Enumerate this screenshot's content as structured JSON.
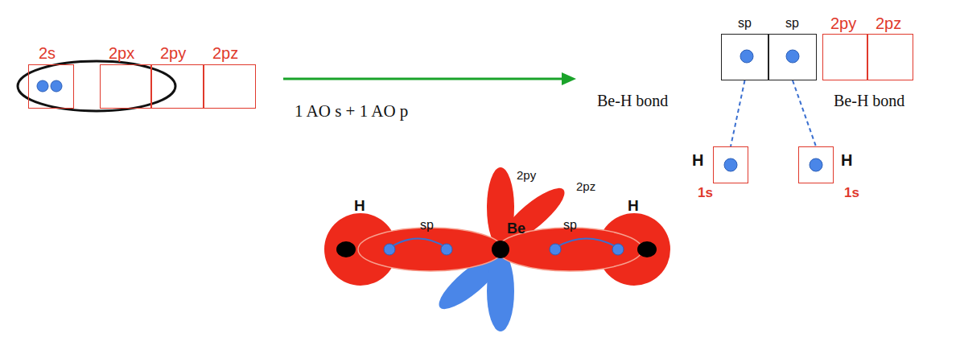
{
  "diagram": {
    "nodes": [
      {
        "text": [
          "2s"
        ]
      },
      {
        "text": [
          "2px"
        ]
      },
      {
        "text": [
          "2py"
        ]
      },
      {
        "text": [
          "2pz"
        ]
      },
      {
        "text": [
          "sp"
        ]
      },
      {
        "text": [
          "sp"
        ]
      },
      {
        "text": [
          "2py"
        ]
      },
      {
        "text": [
          "2pz"
        ]
      },
      {
        "text": [
          "H",
          "1s"
        ]
      },
      {
        "text": [
          "H",
          "1s"
        ]
      }
    ],
    "edges": [
      {
        "from": 4,
        "to": 8,
        "arrow": "none"
      },
      {
        "from": 5,
        "to": 9,
        "arrow": "none"
      }
    ],
    "labels": [
      "1 AO s + 1 AO p",
      "Be-H bond",
      "Be-H bond",
      "H",
      "sp",
      "Be",
      "2py",
      "2pz",
      "sp",
      "H"
    ]
  }
}
